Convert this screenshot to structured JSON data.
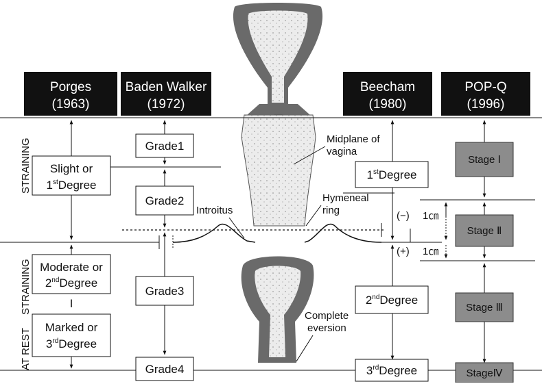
{
  "headers": {
    "porges": {
      "name": "Porges",
      "year": "(1963)"
    },
    "baden_walker": {
      "name": "Baden Walker",
      "year": "(1972)"
    },
    "beecham": {
      "name": "Beecham",
      "year": "(1980)"
    },
    "popq": {
      "name": "POP-Q",
      "year": "(1996)"
    }
  },
  "side_labels": {
    "straining_top": "STRAINING",
    "straining_bottom": "STRAINING",
    "at_rest": "AT REST"
  },
  "porges": {
    "first_line1": "Slight or",
    "first_num": "1",
    "first_sup": "st",
    "first_word": "Degree",
    "second_line1": "Moderate or",
    "second_num": "2",
    "second_sup": "nd",
    "second_word": "Degree",
    "separator": "I",
    "third_line1": "Marked or",
    "third_num": "3",
    "third_sup": "rd",
    "third_word": "Degree"
  },
  "baden_walker": {
    "grade1": "Grade1",
    "grade2": "Grade2",
    "grade3": "Grade3",
    "grade4": "Grade4"
  },
  "beecham": {
    "first_num": "1",
    "first_sup": "st",
    "first_word": "Degree",
    "second_num": "2",
    "second_sup": "nd",
    "second_word": "Degree",
    "third_num": "3",
    "third_sup": "rd",
    "third_word": "Degree"
  },
  "popq": {
    "stage1": "Stage Ⅰ",
    "stage2": "Stage Ⅱ",
    "stage3": "Stage Ⅲ",
    "stage4": "StageⅣ"
  },
  "annotations": {
    "midplane_1": "Midplane of",
    "midplane_2": "vagina",
    "introitus": "Introitus",
    "hymeneal_1": "Hymeneal",
    "hymeneal_2": "ring",
    "minus": "(−)",
    "minus_dist": "1㎝",
    "plus": "(+)",
    "plus_dist": "1㎝",
    "complete_1": "Complete",
    "complete_2": "eversion"
  },
  "colors": {
    "header_bg": "#111111",
    "stage_fill": "#8c8c8c",
    "organ_wall": "#6a6a6a",
    "organ_fill": "#e6e6e6"
  }
}
